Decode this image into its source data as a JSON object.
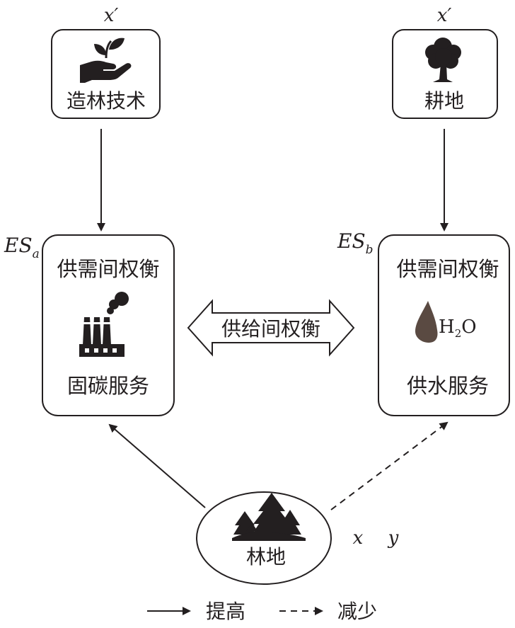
{
  "top_left": {
    "var": "x′",
    "label": "造林技术",
    "icon": "hand-sprout-icon"
  },
  "top_right": {
    "var": "x′",
    "label": "耕地",
    "icon": "tree-icon"
  },
  "left_box": {
    "es_main": "ES",
    "es_sub": "a",
    "title": "供需间权衡",
    "icon": "factory-icon",
    "label": "固碳服务"
  },
  "right_box": {
    "es_main": "ES",
    "es_sub": "b",
    "title": "供需间权衡",
    "icon": "water-drop-icon",
    "h2o": {
      "h": "H",
      "sub": "2",
      "o": "O"
    },
    "label": "供水服务"
  },
  "middle_arrow": {
    "label": "供给间权衡"
  },
  "forest": {
    "label": "林地",
    "icon": "forest-icon"
  },
  "xy": {
    "x": "x",
    "y": "y"
  },
  "legend": {
    "solid_label": "提高",
    "dashed_label": "减少"
  },
  "colors": {
    "ink": "#231f20",
    "drop": "#5a4a42"
  }
}
